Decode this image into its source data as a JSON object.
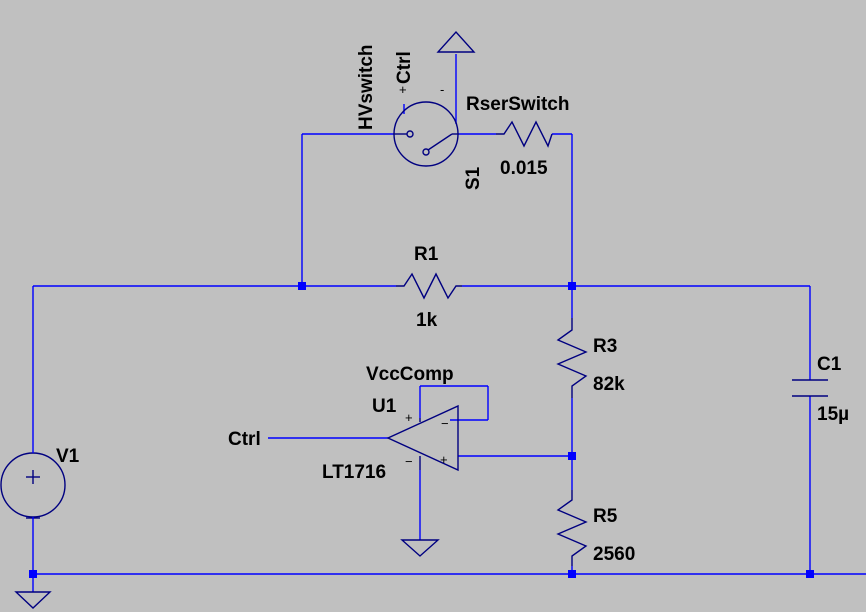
{
  "colors": {
    "background": "#c0c0c0",
    "wire": "#0000ff",
    "component": "#000080",
    "text": "#000000"
  },
  "switch": {
    "model": "HVswitch",
    "ctrl_net": "Ctrl",
    "plus": "+",
    "minus": "-",
    "name": "S1"
  },
  "rser": {
    "name": "RserSwitch",
    "value": "0.015"
  },
  "r1": {
    "name": "R1",
    "value": "1k"
  },
  "r3": {
    "name": "R3",
    "value": "82k"
  },
  "r5": {
    "name": "R5",
    "value": "2560"
  },
  "c1": {
    "name": "C1",
    "value": "15µ"
  },
  "v1": {
    "name": "V1",
    "plus": "+",
    "minus": "−"
  },
  "u1": {
    "name": "U1",
    "model": "LT1716",
    "supply_net": "VccComp",
    "in_net": "Ctrl",
    "plus": "+",
    "minus": "−"
  }
}
